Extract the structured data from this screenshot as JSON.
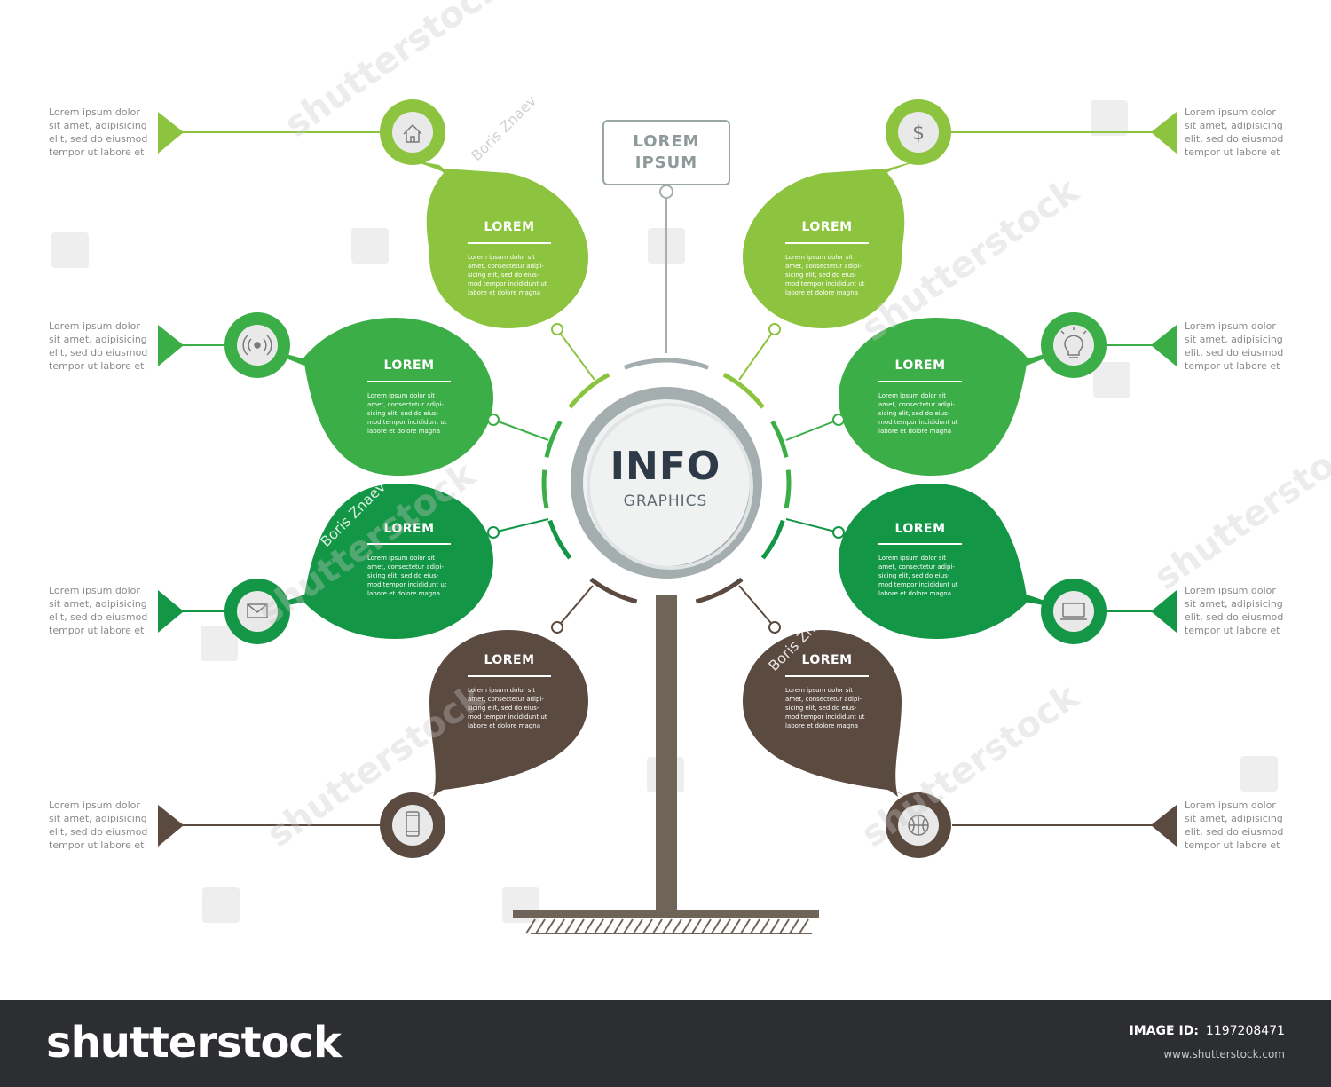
{
  "header": {
    "label_line1": "LOREM",
    "label_line2": "IPSUM"
  },
  "center": {
    "title": "INFO",
    "subtitle": "GRAPHICS"
  },
  "colors": {
    "light_green": "#8dc43f",
    "mid_green": "#3cae48",
    "dark_green": "#139645",
    "brown": "#5a4a3f",
    "trunk": "#6f6458",
    "gray": "#a4aeae"
  },
  "petals": [
    {
      "id": "upper-left",
      "title": "LOREM",
      "body": "Lorem ipsum dolor sit\namet, consectetur adipi-\nsicing elit, sed do eius-\nmod tempor incididunt ut\nlabore et dolore magna",
      "icon": "home-icon",
      "color": "light_green"
    },
    {
      "id": "upper-right",
      "title": "LOREM",
      "body": "Lorem ipsum dolor sit\namet, consectetur adipi-\nsicing elit, sed do eius-\nmod tempor incididunt ut\nlabore et dolore magna",
      "icon": "dollar-icon",
      "color": "light_green"
    },
    {
      "id": "mid-left",
      "title": "LOREM",
      "body": "Lorem ipsum dolor sit\namet, consectetur adipi-\nsicing elit, sed do eius-\nmod tempor incididunt ut\nlabore et dolore magna",
      "icon": "broadcast-icon",
      "color": "mid_green"
    },
    {
      "id": "mid-right",
      "title": "LOREM",
      "body": "Lorem ipsum dolor sit\namet, consectetur adipi-\nsicing elit, sed do eius-\nmod tempor incididunt ut\nlabore et dolore magna",
      "icon": "lightbulb-icon",
      "color": "mid_green"
    },
    {
      "id": "low-left",
      "title": "LOREM",
      "body": "Lorem ipsum dolor sit\namet, consectetur adipi-\nsicing elit, sed do eius-\nmod tempor incididunt ut\nlabore et dolore magna",
      "icon": "mail-icon",
      "color": "dark_green"
    },
    {
      "id": "low-right",
      "title": "LOREM",
      "body": "Lorem ipsum dolor sit\namet, consectetur adipi-\nsicing elit, sed do eius-\nmod tempor incididunt ut\nlabore et dolore magna",
      "icon": "laptop-icon",
      "color": "dark_green"
    },
    {
      "id": "bottom-left",
      "title": "LOREM",
      "body": "Lorem ipsum dolor sit\namet, consectetur adipi-\nsicing elit, sed do eius-\nmod tempor incididunt ut\nlabore et dolore magna",
      "icon": "smartphone-icon",
      "color": "brown"
    },
    {
      "id": "bottom-right",
      "title": "LOREM",
      "body": "Lorem ipsum dolor sit\namet, consectetur adipi-\nsicing elit, sed do eius-\nmod tempor incididunt ut\nlabore et dolore magna",
      "icon": "basketball-icon",
      "color": "brown"
    }
  ],
  "side_texts": [
    {
      "id": "left-1",
      "text": "Lorem ipsum dolor\nsit amet, adipisicing\nelit, sed do eiusmod\ntempor ut labore et"
    },
    {
      "id": "left-2",
      "text": "Lorem ipsum dolor\nsit amet, adipisicing\nelit, sed do eiusmod\ntempor ut labore et"
    },
    {
      "id": "left-3",
      "text": "Lorem ipsum dolor\nsit amet, adipisicing\nelit, sed do eiusmod\ntempor ut labore et"
    },
    {
      "id": "left-4",
      "text": "Lorem ipsum dolor\nsit amet, adipisicing\nelit, sed do eiusmod\ntempor ut labore et"
    },
    {
      "id": "right-1",
      "text": "Lorem ipsum dolor\nsit amet, adipisicing\nelit, sed do eiusmod\ntempor ut labore et"
    },
    {
      "id": "right-2",
      "text": "Lorem ipsum dolor\nsit amet, adipisicing\nelit, sed do eiusmod\ntempor ut labore et"
    },
    {
      "id": "right-3",
      "text": "Lorem ipsum dolor\nsit amet, adipisicing\nelit, sed do eiusmod\ntempor ut labore et"
    },
    {
      "id": "right-4",
      "text": "Lorem ipsum dolor\nsit amet, adipisicing\nelit, sed do eiusmod\ntempor ut labore et"
    }
  ],
  "watermark": {
    "author": "Boris Znaev",
    "brand": "shutterstock"
  },
  "footer": {
    "logo": "shutterstock",
    "image_id_label": "IMAGE ID:",
    "image_id": "1197208471",
    "site": "www.shutterstock.com"
  }
}
